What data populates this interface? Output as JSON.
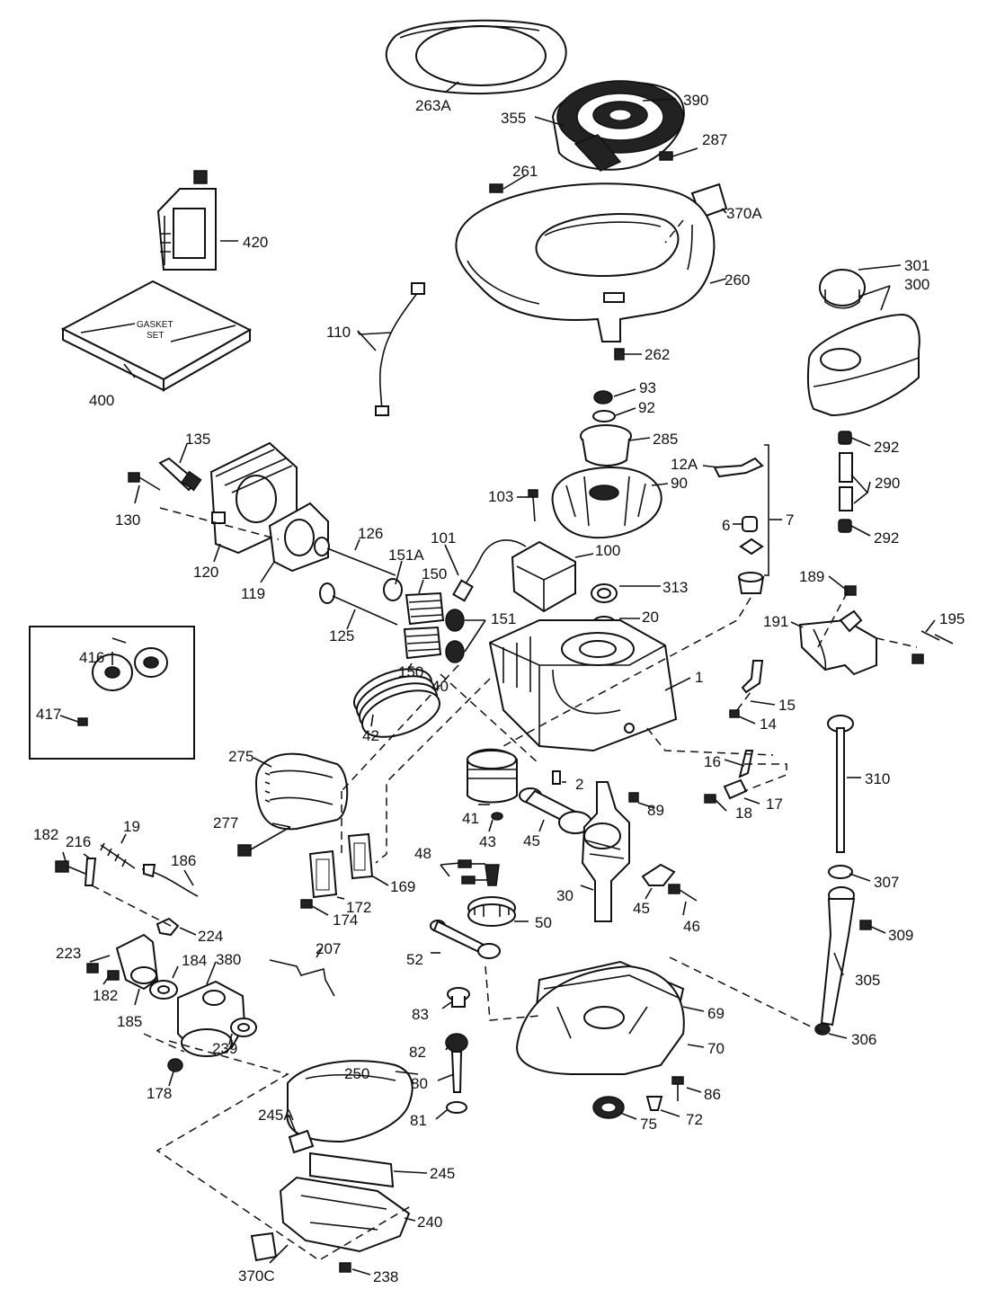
{
  "diagram": {
    "labels": {
      "p263A": "263A",
      "p390": "390",
      "p355": "355",
      "p287": "287",
      "p261": "261",
      "p370A": "370A",
      "p420": "420",
      "p260": "260",
      "p301": "301",
      "p300": "300",
      "p110": "110",
      "p262": "262",
      "p400": "400",
      "p93": "93",
      "p92": "92",
      "p285": "285",
      "p12A": "12A",
      "p135": "135",
      "p90": "90",
      "p103": "103",
      "p290": "290",
      "p292a": "292",
      "p292b": "292",
      "p130": "130",
      "p6": "6",
      "p7": "7",
      "p126": "126",
      "p101": "101",
      "p100": "100",
      "p151A": "151A",
      "p150a": "150",
      "p120": "120",
      "p119": "119",
      "p313": "313",
      "p189": "189",
      "p195": "195",
      "p191": "191",
      "p20": "20",
      "p151": "151",
      "p125": "125",
      "p416": "416",
      "p150b": "150",
      "p1": "1",
      "p40": "40",
      "p417": "417",
      "p15": "15",
      "p14": "14",
      "p42": "42",
      "p275": "275",
      "p310": "310",
      "p16": "16",
      "p2": "2",
      "p17": "17",
      "p89": "89",
      "p18": "18",
      "p41": "41",
      "p277": "277",
      "p43": "43",
      "p45a": "45",
      "p182a": "182",
      "p216": "216",
      "p19": "19",
      "p186": "186",
      "p169": "169",
      "p48": "48",
      "p307": "307",
      "p30": "30",
      "p172": "172",
      "p174": "174",
      "p45b": "45",
      "p46": "46",
      "p50": "50",
      "p224": "224",
      "p309": "309",
      "p207": "207",
      "p52": "52",
      "p223": "223",
      "p380": "380",
      "p184": "184",
      "p305": "305",
      "p182b": "182",
      "p185": "185",
      "p83": "83",
      "p69": "69",
      "p306": "306",
      "p82": "82",
      "p70": "70",
      "p239": "239",
      "p178": "178",
      "p250": "250",
      "p80": "80",
      "p86": "86",
      "p245A": "245A",
      "p81": "81",
      "p75": "75",
      "p72": "72",
      "p245": "245",
      "p240": "240",
      "p370C": "370C",
      "p238": "238"
    },
    "box_text": {
      "line1": "GASKET",
      "line2": "SET"
    }
  }
}
